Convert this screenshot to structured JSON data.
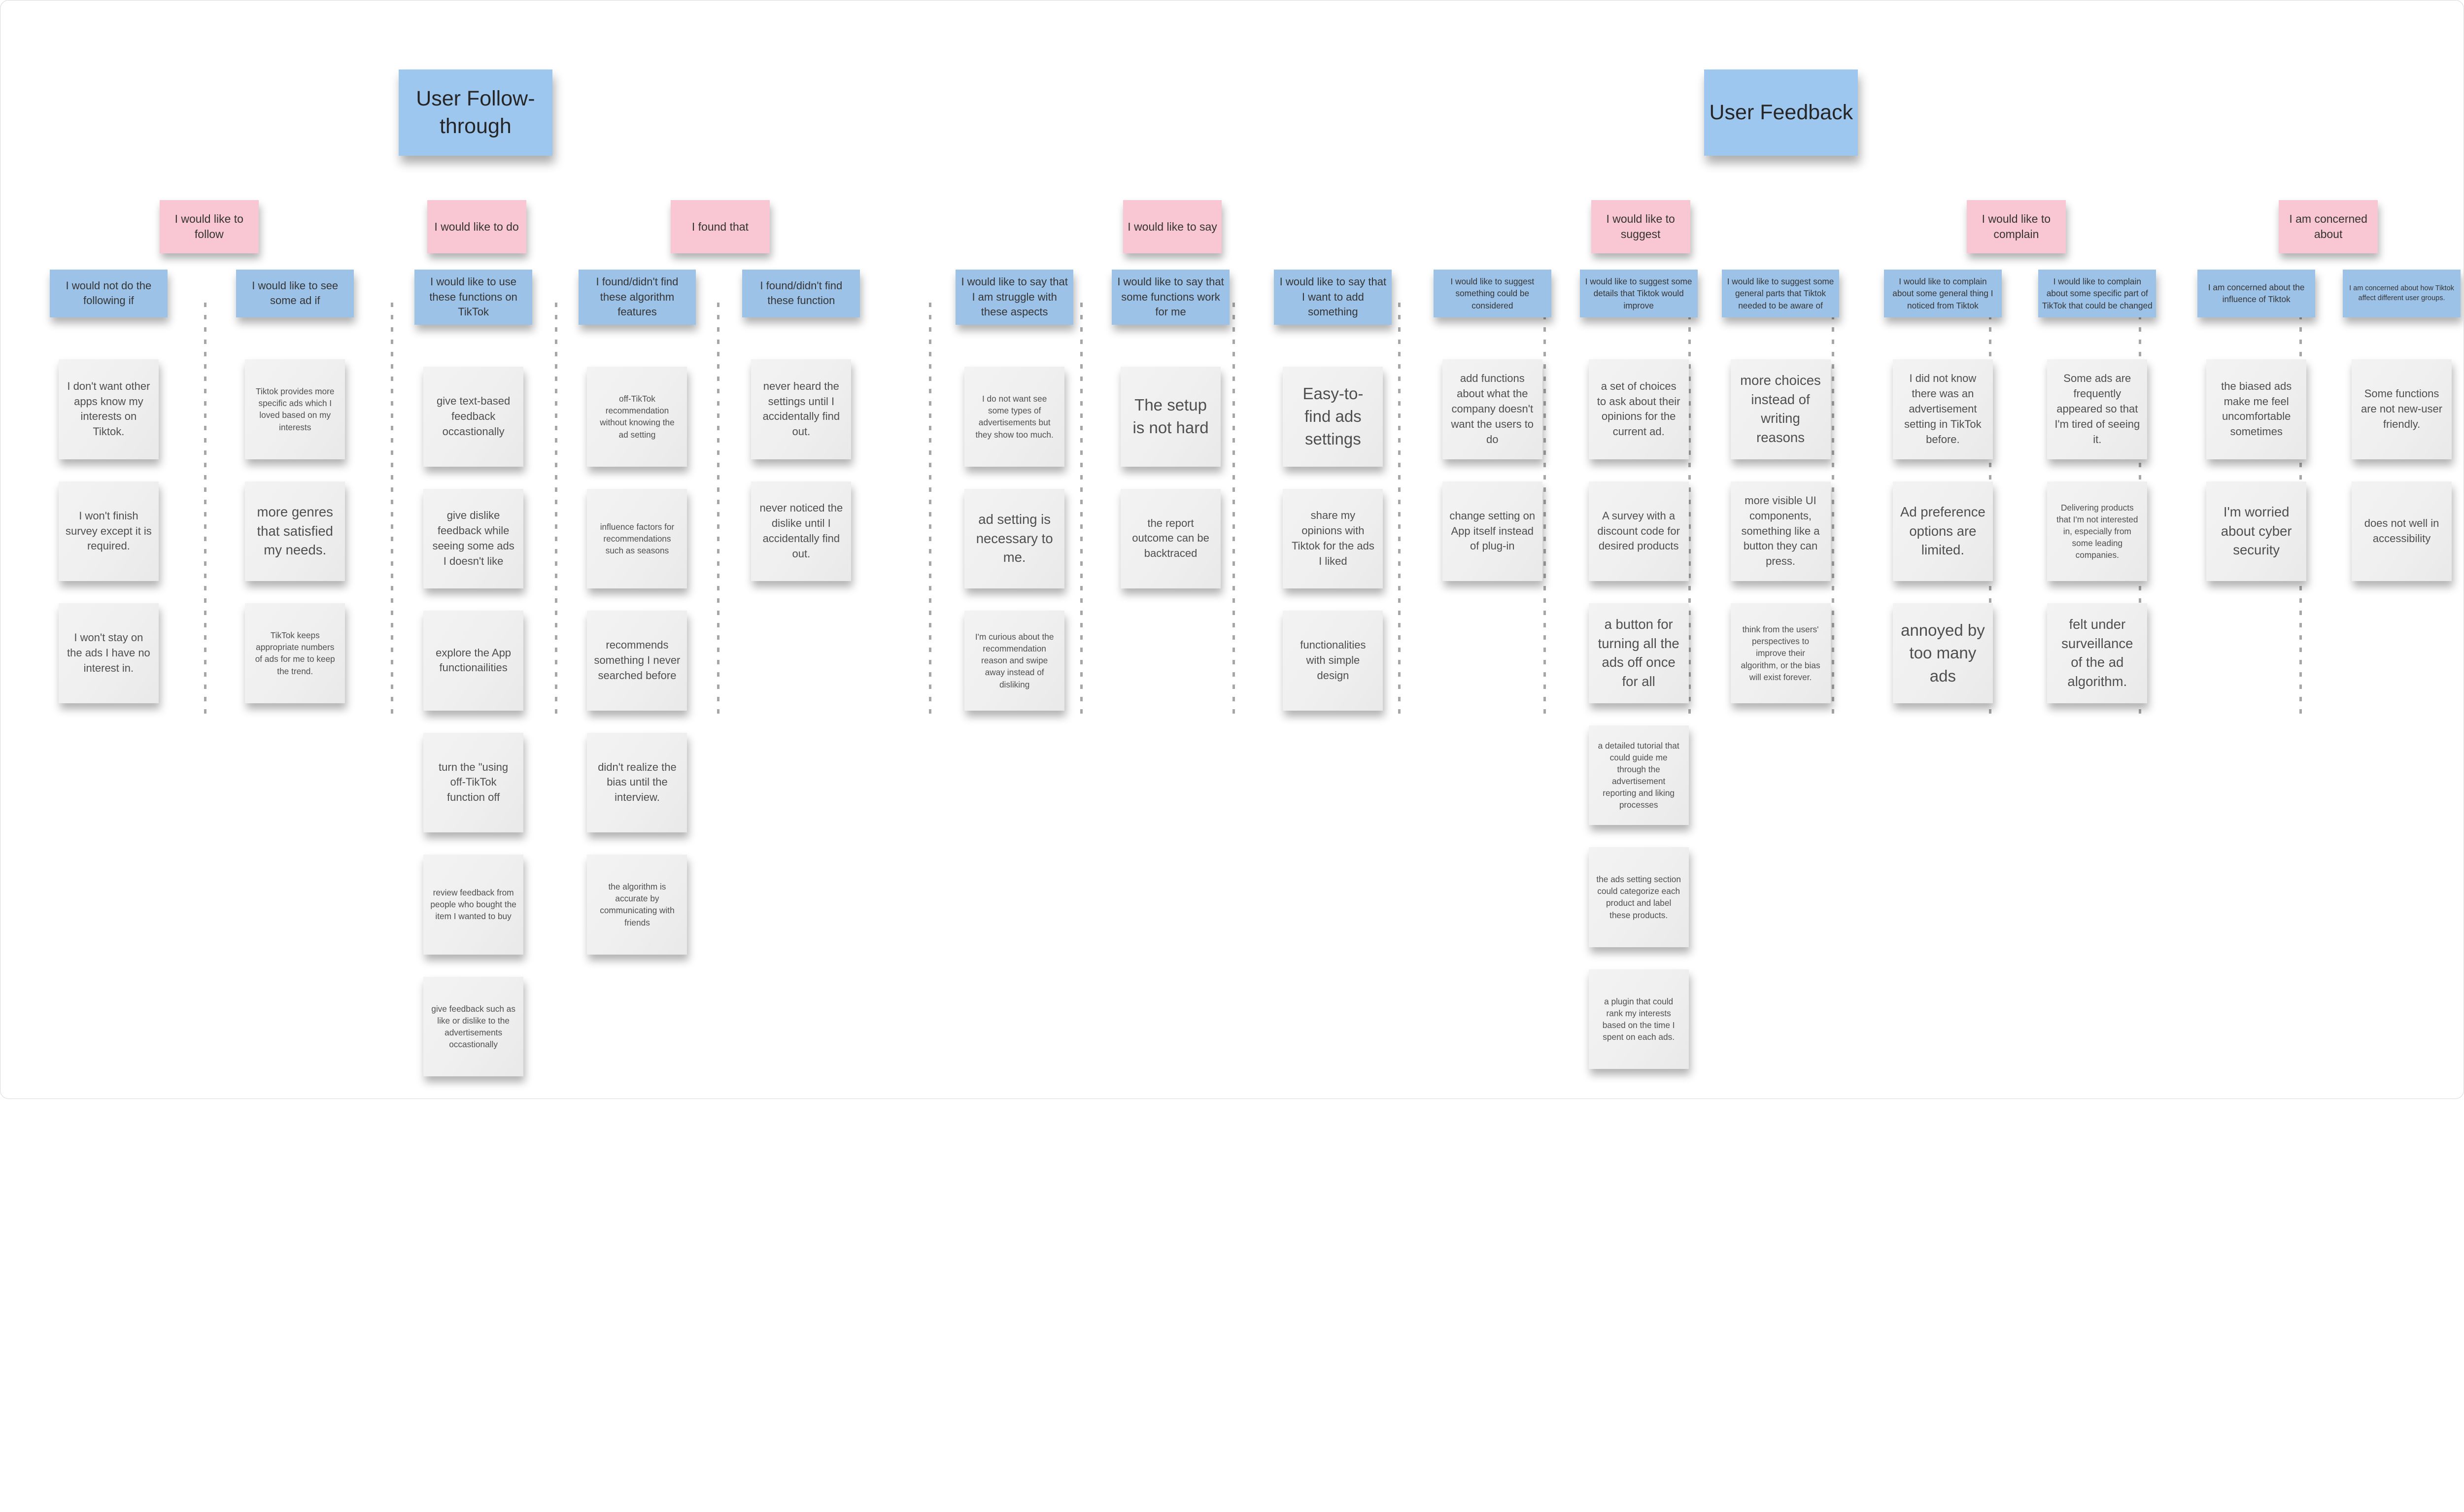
{
  "colors": {
    "section_header_blue": "#9EC7EF",
    "category_note_blue": "#9CC2E8",
    "group_label_pink": "#F9C7D4",
    "sticky_note_gray": "#F0F0F0"
  },
  "sections": [
    {
      "title": "User Follow-through"
    },
    {
      "title": "User Feedback"
    }
  ],
  "groups": [
    {
      "label": "I would like to follow"
    },
    {
      "label": "I would like to do"
    },
    {
      "label": "I found that"
    },
    {
      "label": "I would like to say"
    },
    {
      "label": "I would like to suggest"
    },
    {
      "label": "I would like to complain"
    },
    {
      "label": "I am concerned about"
    }
  ],
  "columns": [
    {
      "category": "I would not do the following if",
      "notes": [
        "I don't want other apps know my interests on Tiktok.",
        "I won't finish survey except it is required.",
        "I won't stay on the ads I have no interest in."
      ]
    },
    {
      "category": "I would like to see some ad if",
      "notes": [
        "Tiktok provides more specific ads which I loved based on my interests",
        "more genres that satisfied my needs.",
        "TikTok keeps appropriate numbers of ads for me to keep the trend."
      ]
    },
    {
      "category": "I would like to use these functions on TikTok",
      "notes": [
        "give text-based feedback occastionally",
        "give dislike feedback while seeing some ads I doesn't like",
        "explore the App functionailities",
        "turn the \"using off-TikTok function off",
        "review feedback from people who bought the item I wanted to buy",
        "give feedback such as like or dislike to the advertisements occastionally"
      ]
    },
    {
      "category": "I found/didn't find these algorithm features",
      "notes": [
        "off-TikTok recommendation without knowing the ad setting",
        "influence factors for recommendations such as seasons",
        "recommends something I never searched before",
        "didn't realize the bias until the interview.",
        "the algorithm is accurate by communicating with friends"
      ]
    },
    {
      "category": "I found/didn't find these function",
      "notes": [
        "never heard the settings until I accidentally find out.",
        "never noticed the dislike until I accidentally find out."
      ]
    },
    {
      "category": "I would like to say that I am struggle with these aspects",
      "notes": [
        "I do not want see some types of advertisements but they show too much.",
        "ad setting is necessary to me.",
        "I'm curious about the recommendation reason and swipe away instead of disliking"
      ]
    },
    {
      "category": "I would like to say that some functions work for me",
      "notes": [
        "The setup is not hard",
        "the report outcome can be backtraced"
      ]
    },
    {
      "category": "I would like to say that I want to add something",
      "notes": [
        "Easy-to-find ads settings",
        "share my opinions with Tiktok for the ads I liked",
        "functionalities with simple design"
      ]
    },
    {
      "category": "I would like to suggest something could be considered",
      "notes": [
        "add functions about what the company doesn't want the users to do",
        "change setting on App itself instead of plug-in"
      ]
    },
    {
      "category": "I would like to suggest some details that Tiktok would improve",
      "notes": [
        "a set of choices to ask about their opinions for the current ad.",
        "A survey with a discount code for desired products",
        "a button for turning all the ads off once for all",
        "a detailed tutorial that could guide me through the advertisement reporting and liking processes",
        "the ads setting section could categorize each product and label these products.",
        "a plugin that could rank my interests based on the time I spent on each ads."
      ]
    },
    {
      "category": "I would like to suggest some general parts that Tiktok needed to be aware of",
      "notes": [
        "more choices instead of writing reasons",
        "more visible UI components, something like a button they can press.",
        "think from the users' perspectives to improve their algorithm, or the bias will exist forever."
      ]
    },
    {
      "category": "I would like to complain about some general thing I noticed from Tiktok",
      "notes": [
        "I did not know there was an advertisement setting in TikTok before.",
        "Ad preference options are limited.",
        "annoyed by too many ads"
      ]
    },
    {
      "category": "I would like to complain about some specific part of TikTok that could be changed",
      "notes": [
        "Some ads are frequently appeared so that I'm tired of seeing it.",
        "Delivering products that I'm not interested in, especially from some leading companies.",
        "felt under surveillance of the ad algorithm."
      ]
    },
    {
      "category": "I am concerned about the influence of Tiktok",
      "notes": [
        "the biased ads make me feel uncomfortable sometimes",
        "I'm worried about cyber security"
      ]
    },
    {
      "category": "I am concerned about how Tiktok affect different user groups.",
      "notes": [
        "Some functions are not new-user friendly.",
        "does not well in accessibility"
      ]
    }
  ]
}
